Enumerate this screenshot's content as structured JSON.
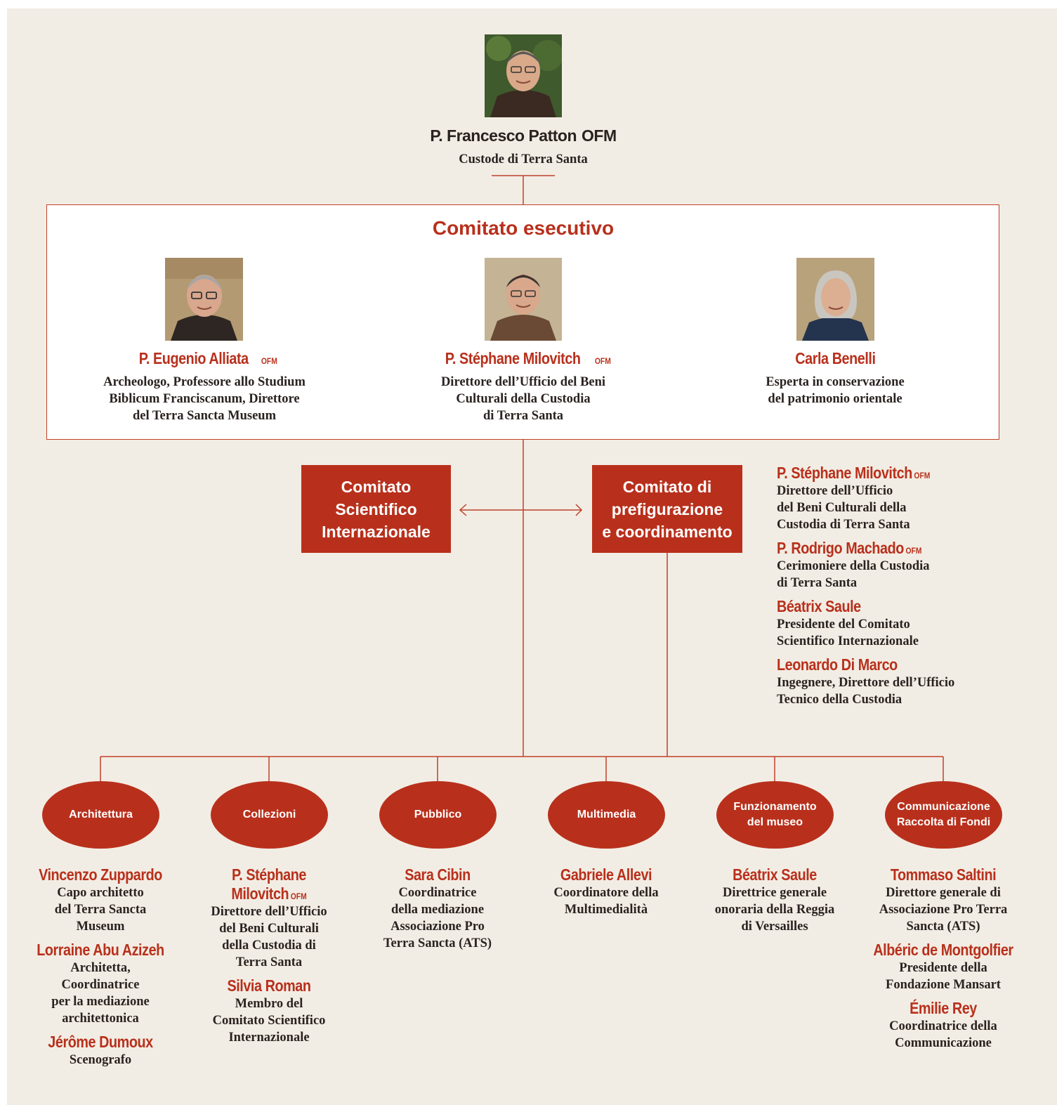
{
  "top": {
    "photo": "portrait-francesco-patton",
    "name": "P. Francesco Patton",
    "suffix": "OFM",
    "role": "Custode di Terra Santa"
  },
  "executive": {
    "title": "Comitato esecutivo",
    "members": [
      {
        "photo": "portrait-eugenio-alliata",
        "name": "P. Eugenio Alliata",
        "suffix": "OFM",
        "role": [
          "Archeologo, Professore allo Studium",
          "Biblicum Franciscanum, Direttore",
          "del Terra Sancta Museum"
        ]
      },
      {
        "photo": "portrait-stephane-milovitch",
        "name": "P. Stéphane Milovitch",
        "suffix": "OFM",
        "role": [
          "Direttore dell’Ufficio del Beni",
          "Culturali della Custodia",
          "di Terra Santa"
        ]
      },
      {
        "photo": "portrait-carla-benelli",
        "name": "Carla Benelli",
        "suffix": "",
        "role": [
          "Esperta in conservazione",
          "del patrimonio orientale"
        ]
      }
    ]
  },
  "scientific": {
    "lines": [
      "Comitato",
      "Scientifico",
      "Internazionale"
    ]
  },
  "prefig": {
    "lines": [
      "Comitato di",
      "prefigurazione",
      "e coordinamento"
    ],
    "members": [
      {
        "name": "P. Stéphane Milovitch",
        "suffix": "OFM",
        "role": [
          "Direttore dell’Ufficio",
          "del Beni Culturali della",
          "Custodia di Terra Santa"
        ]
      },
      {
        "name": "P. Rodrigo Machado",
        "suffix": "OFM",
        "role": [
          "Cerimoniere della Custodia",
          "di Terra Santa"
        ]
      },
      {
        "name": "Béatrix Saule",
        "suffix": "",
        "role": [
          "Presidente del Comitato",
          "Scientifico Internazionale"
        ]
      },
      {
        "name": "Leonardo Di Marco",
        "suffix": "",
        "role": [
          "Ingegnere, Direttore dell’Ufficio",
          "Tecnico della Custodia"
        ]
      }
    ]
  },
  "departments": [
    {
      "label": [
        "Architettura"
      ],
      "people": [
        {
          "name": [
            "Vincenzo Zuppardo"
          ],
          "suffix": "",
          "role": [
            "Capo architetto",
            "del Terra Sancta",
            "Museum"
          ]
        },
        {
          "name": [
            "Lorraine Abu Azizeh"
          ],
          "suffix": "",
          "role": [
            "Architetta,",
            "Coordinatrice",
            "per la mediazione",
            "architettonica"
          ]
        },
        {
          "name": [
            "Jérôme Dumoux"
          ],
          "suffix": "",
          "role": [
            "Scenografo"
          ]
        }
      ]
    },
    {
      "label": [
        "Collezioni"
      ],
      "people": [
        {
          "name": [
            "P. Stéphane",
            "Milovitch"
          ],
          "suffix": "OFM",
          "role": [
            "Direttore dell’Ufficio",
            "del Beni Culturali",
            "della Custodia di",
            "Terra Santa"
          ]
        },
        {
          "name": [
            "Silvia Roman"
          ],
          "suffix": "",
          "role": [
            "Membro del",
            "Comitato Scientifico",
            "Internazionale"
          ]
        }
      ]
    },
    {
      "label": [
        "Pubblico"
      ],
      "people": [
        {
          "name": [
            "Sara Cibin"
          ],
          "suffix": "",
          "role": [
            "Coordinatrice",
            "della mediazione",
            "Associazione Pro",
            "Terra Sancta (ATS)"
          ]
        }
      ]
    },
    {
      "label": [
        "Multimedia"
      ],
      "people": [
        {
          "name": [
            "Gabriele Allevi"
          ],
          "suffix": "",
          "role": [
            "Coordinatore della",
            "Multimedialità"
          ]
        }
      ]
    },
    {
      "label": [
        "Funzionamento",
        "del museo"
      ],
      "people": [
        {
          "name": [
            "Béatrix Saule"
          ],
          "suffix": "",
          "role": [
            "Direttrice generale",
            "onoraria della Reggia",
            "di Versailles"
          ]
        }
      ]
    },
    {
      "label": [
        "Communicazione",
        "Raccolta di Fondi"
      ],
      "people": [
        {
          "name": [
            "Tommaso Saltini"
          ],
          "suffix": "",
          "role": [
            "Direttore generale di",
            "Associazione Pro Terra",
            "Sancta (ATS)"
          ]
        },
        {
          "name": [
            "Albéric de Montgolfier"
          ],
          "suffix": "",
          "role": [
            "Presidente della",
            "Fondazione Mansart"
          ]
        },
        {
          "name": [
            "Émilie Rey"
          ],
          "suffix": "",
          "role": [
            "Coordinatrice della",
            "Communicazione"
          ]
        }
      ]
    }
  ],
  "colors": {
    "accent": "#b8301c",
    "background": "#f2ede4",
    "text": "#2a2220"
  }
}
